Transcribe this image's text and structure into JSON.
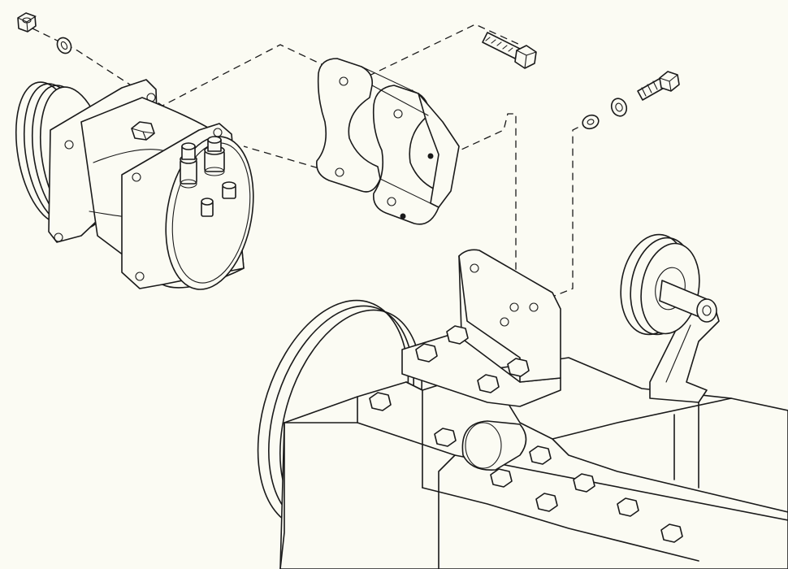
{
  "diagram": {
    "line_color": "#1a1a1a",
    "paper_color": "#fbfbf3",
    "parts": [
      {
        "id": "nut",
        "icon": "hex-nut-icon"
      },
      {
        "id": "lock-washer-left",
        "icon": "washer-icon"
      },
      {
        "id": "compressor",
        "icon": "ac-compressor-icon"
      },
      {
        "id": "mounting-bracket",
        "icon": "bracket-icon"
      },
      {
        "id": "bolt-top",
        "icon": "bolt-icon"
      },
      {
        "id": "bolt-right",
        "icon": "bolt-icon"
      },
      {
        "id": "washers-right",
        "icon": "washer-icon"
      },
      {
        "id": "engine-bracket",
        "icon": "angle-bracket-icon"
      },
      {
        "id": "idler-pulley",
        "icon": "pulley-icon"
      },
      {
        "id": "engine-block",
        "icon": "engine-icon"
      }
    ]
  }
}
